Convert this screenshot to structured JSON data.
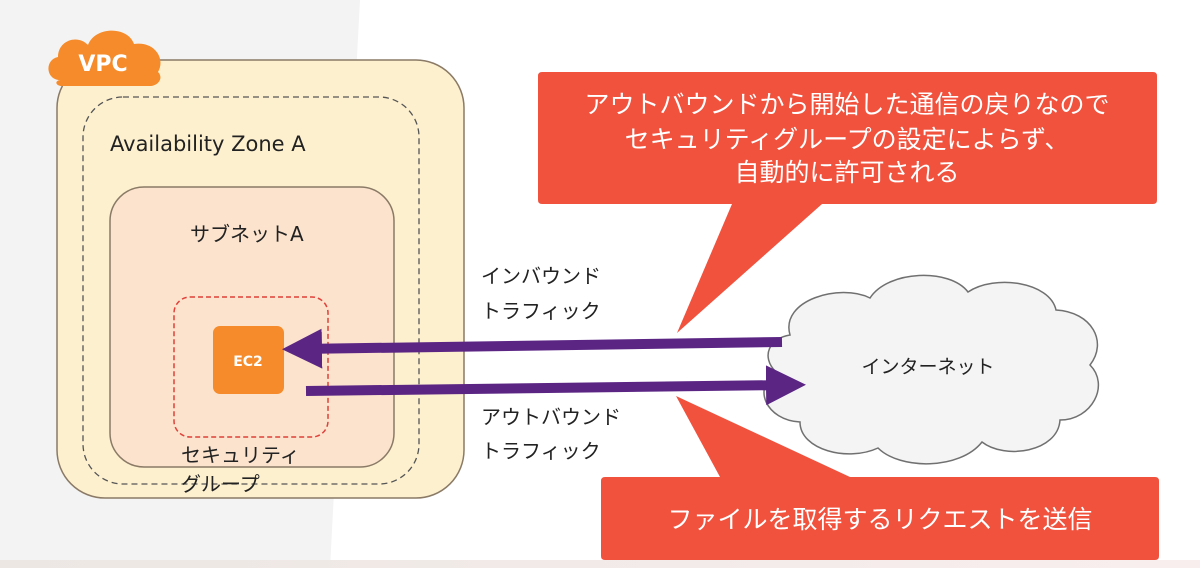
{
  "vpc": {
    "label": "VPC",
    "availability_zone": "Availability Zone A",
    "subnet": "サブネットA",
    "instance": "EC2",
    "security_group": [
      "セキュリティ",
      "グループ"
    ]
  },
  "internet": {
    "label": "インターネット"
  },
  "traffic": {
    "inbound": [
      "インバウンド",
      "トラフィック"
    ],
    "outbound": [
      "アウトバウンド",
      "トラフィック"
    ]
  },
  "callouts": {
    "top": [
      "アウトバウンドから開始した通信の戻りなので",
      "セキュリティグループの設定によらず、",
      "自動的に許可される"
    ],
    "bottom": "ファイルを取得するリクエストを送信"
  },
  "colors": {
    "vpc_fill": "#fdf0cf",
    "vpc_stroke": "#8a7a66",
    "subnet_fill": "#fbe3cd",
    "badge": "#f58b2a",
    "arrow": "#5b2584",
    "callout": "#f0523e",
    "cloud_fill": "#f4f4f4"
  }
}
